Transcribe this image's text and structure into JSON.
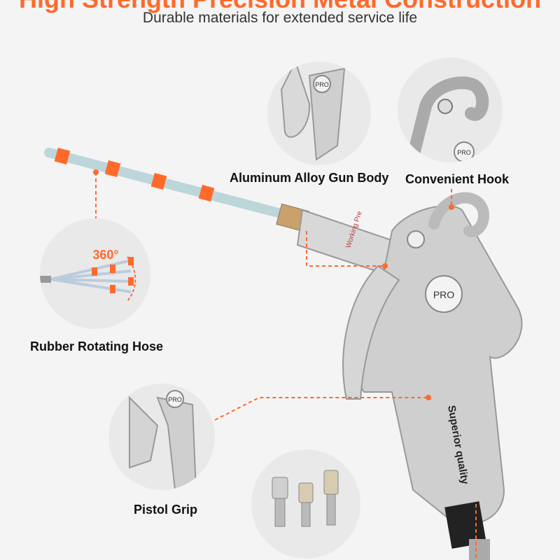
{
  "header": {
    "headline": "High Strength Precision Metal Construction",
    "subtitle": "Durable materials for extended service life"
  },
  "features": {
    "gun_body": "Aluminum Alloy Gun Body",
    "hook": "Convenient Hook",
    "hose": "Rubber Rotating Hose",
    "grip": "Pistol Grip"
  },
  "badges": {
    "pro": "PRO",
    "rotation": "360°"
  },
  "gun_text": {
    "grip_stamp": "Superior quality",
    "barrel_stamp": "Working Pre"
  },
  "colors": {
    "accent": "#ff6a2b",
    "metal": "#c9c9c9",
    "background": "#f4f4f4"
  }
}
